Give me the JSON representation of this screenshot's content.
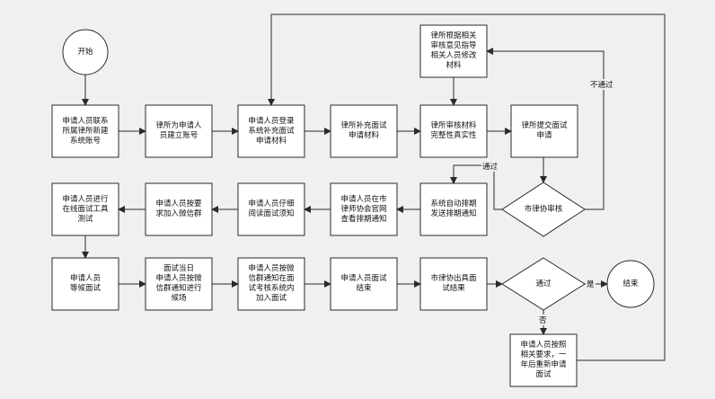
{
  "nodes": {
    "start": "开始",
    "n1": "申请人员联系\n所属律所新建\n系统账号",
    "n2": "律所为申请人\n员建立账号",
    "n3": "申请人员登录\n系统补充面试\n申请材料",
    "n4": "律所补充面试\n申请材料",
    "n5": "律所审核材料\n完整性真实性",
    "n6": "律所提交面试\n申请",
    "n7": "律所根据相关\n审核意见指导\n相关人员修改\n材料",
    "d1": "市律协审核",
    "n8": "系统自动排期\n发送排期通知",
    "n9": "申请人员在市\n律师协会官网\n查看排期通知",
    "n10": "申请人员仔细\n阅读面试须知",
    "n11": "申请人员按要\n求加入微信群",
    "n12": "申请人员进行\n在线面试工具\n测试",
    "n13": "申请人员\n等候面试",
    "n14": "面试当日\n申请人员按微\n信群通知进行\n候场",
    "n15": "申请人员按微\n信群通知在面\n试考核系统内\n加入面试",
    "n16": "申请人员面试\n结束",
    "n17": "市律协出具面\n试结果",
    "d2": "通过",
    "end": "结束",
    "n18": "申请人员按照\n相关要求，一\n年后重新申请\n面试"
  },
  "edge_labels": {
    "fail": "不通过",
    "pass1": "通过",
    "yes": "是",
    "no": "否"
  }
}
